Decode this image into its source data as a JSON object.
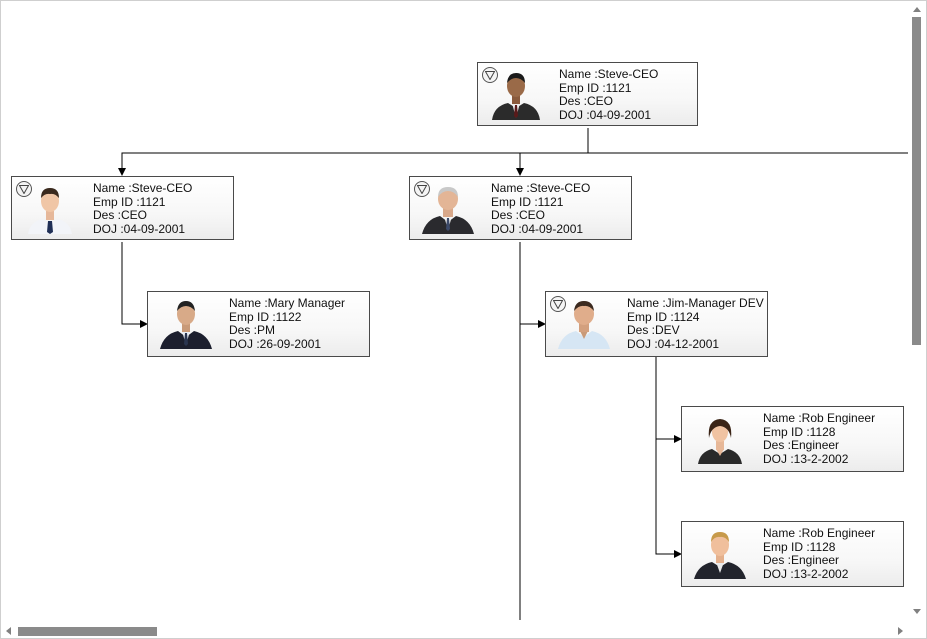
{
  "diagram": {
    "nodes": [
      {
        "id": "n1",
        "name_label": "Name :Steve-CEO",
        "empid_label": "Emp ID :1121",
        "des_label": "Des :CEO",
        "doj_label": "DOJ :04-09-2001",
        "avatar": "man-dark-suit-photo",
        "collapsible": true
      },
      {
        "id": "n2",
        "name_label": "Name :Steve-CEO",
        "empid_label": "Emp ID :1121",
        "des_label": "Des :CEO",
        "doj_label": "DOJ :04-09-2001",
        "avatar": "young-man-shirt-photo",
        "collapsible": true
      },
      {
        "id": "n3",
        "name_label": "Name :Steve-CEO",
        "empid_label": "Emp ID :1121",
        "des_label": "Des :CEO",
        "doj_label": "DOJ :04-09-2001",
        "avatar": "older-man-suit-photo",
        "collapsible": true
      },
      {
        "id": "n4",
        "name_label": "Name :Mary Manager",
        "empid_label": "Emp ID :1122",
        "des_label": "Des :PM",
        "doj_label": "DOJ :26-09-2001",
        "avatar": "man-suit-smiling-photo",
        "collapsible": false
      },
      {
        "id": "n5",
        "name_label": "Name :Jim-Manager DEV",
        "empid_label": "Emp ID :1124",
        "des_label": "Des :DEV",
        "doj_label": "DOJ :04-12-2001",
        "avatar": "man-light-shirt-photo",
        "collapsible": true
      },
      {
        "id": "n6",
        "name_label": "Name :Rob Engineer",
        "empid_label": "Emp ID :1128",
        "des_label": "Des :Engineer",
        "doj_label": "DOJ :13-2-2002",
        "avatar": "woman-dark-blazer-photo",
        "collapsible": false
      },
      {
        "id": "n7",
        "name_label": "Name :Rob Engineer",
        "empid_label": "Emp ID :1128",
        "des_label": "Des :Engineer",
        "doj_label": "DOJ :13-2-2002",
        "avatar": "blond-man-suit-photo",
        "collapsible": false
      }
    ],
    "edges": [
      {
        "from": "n1",
        "to": "n2"
      },
      {
        "from": "n1",
        "to": "n3"
      },
      {
        "from": "n2",
        "to": "n4"
      },
      {
        "from": "n3",
        "to": "n5"
      },
      {
        "from": "n5",
        "to": "n6"
      },
      {
        "from": "n5",
        "to": "n7"
      }
    ],
    "colors": {
      "line": "#000000",
      "node_border": "#4a4a4a",
      "scrollbar": "#8a8a8a"
    }
  }
}
